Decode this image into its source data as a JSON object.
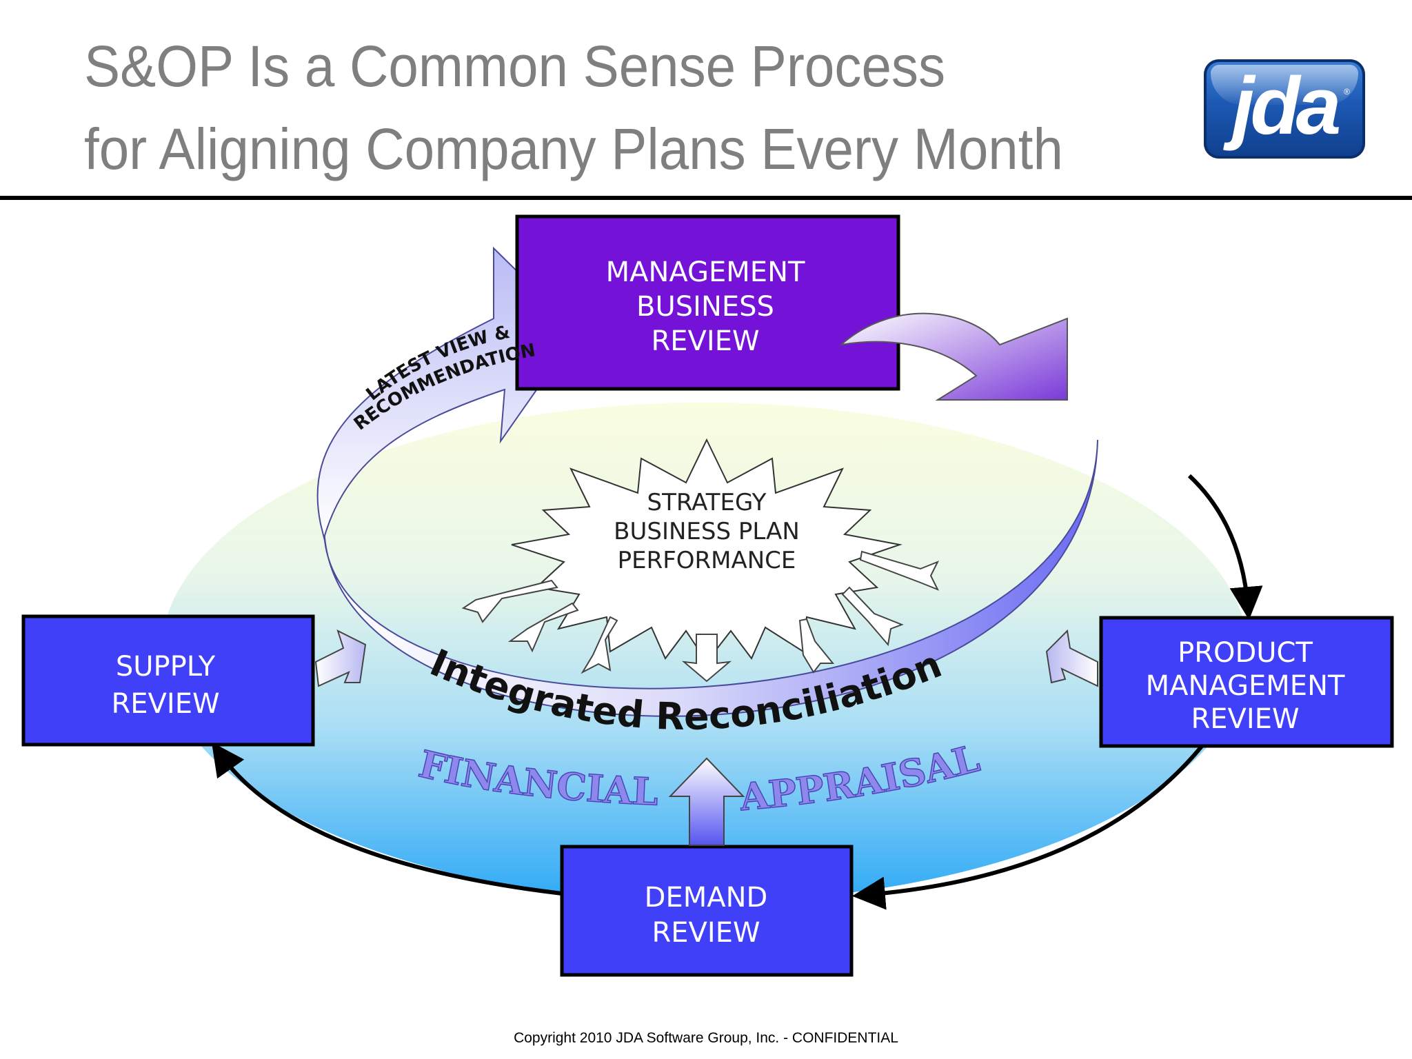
{
  "header": {
    "title_line1": "S&OP Is a Common Sense Process",
    "title_line2": "for Aligning Company Plans Every Month",
    "logo_text": "jda",
    "logo_reg": "®"
  },
  "diagram": {
    "management_review": [
      "MANAGEMENT",
      "BUSINESS",
      "REVIEW"
    ],
    "supply_review": [
      "SUPPLY",
      "REVIEW"
    ],
    "product_review": [
      "PRODUCT",
      "MANAGEMENT",
      "REVIEW"
    ],
    "demand_review": [
      "DEMAND",
      "REVIEW"
    ],
    "strategy": [
      "STRATEGY",
      "BUSINESS PLAN",
      "PERFORMANCE"
    ],
    "arrow_label": [
      "LATEST VIEW &",
      "RECOMMENDATION"
    ],
    "integrated": "Integrated Reconciliation",
    "financial": "FINANCIAL",
    "appraisal": "APPRAISAL"
  },
  "colors": {
    "management_box": "#7412d8",
    "review_box": "#4040f8",
    "title_text": "#7f7f7f",
    "financial_text": "#8f88ec"
  },
  "footer": {
    "copyright": "Copyright  2010 JDA Software Group, Inc. - CONFIDENTIAL"
  }
}
